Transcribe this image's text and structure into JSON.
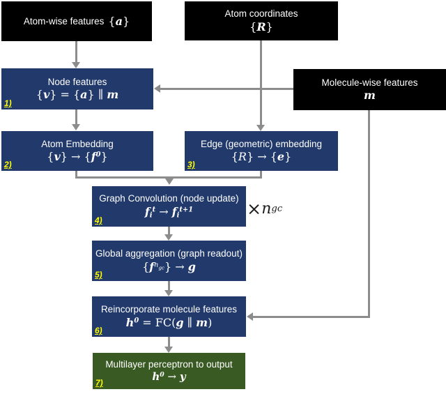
{
  "palette": {
    "input_box": "#000000",
    "process_box": "#21396B",
    "output_box": "#3A5A24",
    "arrow": "#8C8C8C",
    "step_label": "#FFFF00",
    "box_text": "#FFFFFF",
    "annotation_text": "#1A1A1A"
  },
  "boxes": {
    "atom_features": {
      "label": "Atom-wise features",
      "eq": [
        [
          "t",
          "{"
        ],
        [
          "v",
          "a"
        ],
        [
          "t",
          "}"
        ]
      ]
    },
    "atom_coordinates": {
      "label": "Atom coordinates",
      "eq": [
        [
          "t",
          "{"
        ],
        [
          "v",
          "R"
        ],
        [
          "t",
          "}"
        ]
      ]
    },
    "molecule_features": {
      "label": "Molecule-wise features",
      "eq": [
        [
          "v",
          "m"
        ]
      ]
    },
    "node_features": {
      "step": "1)",
      "label": "Node features",
      "eq": [
        [
          "t",
          "{"
        ],
        [
          "v",
          "v"
        ],
        [
          "t",
          "} = {"
        ],
        [
          "v",
          "a"
        ],
        [
          "t",
          "} ∥ "
        ],
        [
          "v",
          "m"
        ]
      ]
    },
    "atom_embedding": {
      "step": "2)",
      "label": "Atom Embedding",
      "eq": [
        [
          "t",
          "{"
        ],
        [
          "v",
          "v"
        ],
        [
          "t",
          "} → {"
        ],
        [
          "v",
          "f"
        ],
        [
          "sup",
          "0"
        ],
        [
          "t",
          "}"
        ]
      ]
    },
    "edge_embedding": {
      "step": "3)",
      "label": "Edge (geometric) embedding",
      "eq": [
        [
          "t",
          "{"
        ],
        [
          "i",
          "R"
        ],
        [
          "t",
          "} → {"
        ],
        [
          "v",
          "e"
        ],
        [
          "t",
          "}"
        ]
      ]
    },
    "graph_convolution": {
      "step": "4)",
      "label": "Graph Convolution (node update)",
      "eq": [
        [
          "v",
          "f"
        ],
        [
          "sub",
          "i"
        ],
        [
          "sup",
          "t"
        ],
        [
          "t",
          " → "
        ],
        [
          "v",
          "f"
        ],
        [
          "sub",
          "i"
        ],
        [
          "sup",
          "t+1"
        ]
      ]
    },
    "global_aggregation": {
      "step": "5)",
      "label": "Global aggregation (graph readout)",
      "eq": [
        [
          "t",
          "{"
        ],
        [
          "v",
          "f"
        ],
        [
          "supn",
          "n"
        ],
        [
          "ssub",
          "gc"
        ],
        [
          "t",
          "} → "
        ],
        [
          "v",
          "g"
        ]
      ]
    },
    "reincorporate_molecule": {
      "step": "6)",
      "label": "Reincorporate molecule features",
      "eq": [
        [
          "v",
          "h"
        ],
        [
          "sup",
          "0"
        ],
        [
          "t",
          " = FC("
        ],
        [
          "v",
          "g"
        ],
        [
          "t",
          " ∥ "
        ],
        [
          "v",
          "m"
        ],
        [
          "t",
          ")"
        ]
      ]
    },
    "mlp_output": {
      "step": "7)",
      "label": "Multilayer perceptron to output",
      "eq": [
        [
          "v",
          "h"
        ],
        [
          "sup",
          "0"
        ],
        [
          "t",
          " → "
        ],
        [
          "v",
          "y"
        ]
      ]
    }
  },
  "annotation": {
    "repeat_gc": [
      [
        "x",
        "× "
      ],
      [
        "i",
        "n"
      ],
      [
        "subn",
        "gc"
      ]
    ]
  }
}
